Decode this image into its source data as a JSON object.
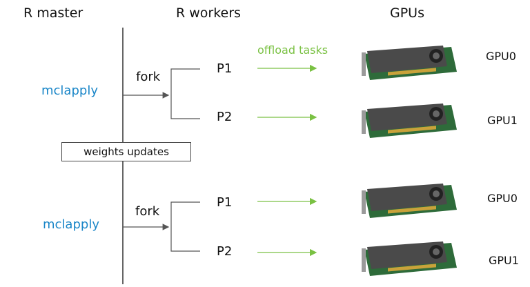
{
  "headers": {
    "master": "R master",
    "workers": "R workers",
    "gpus": "GPUs"
  },
  "top": {
    "call": "mclapply",
    "fork": "fork",
    "p1": "P1",
    "p2": "P2",
    "offload": "offload tasks",
    "gpu_a": "GPU0",
    "gpu_b": "GPU1"
  },
  "middle": {
    "weights": "weights updates"
  },
  "bottom": {
    "call": "mclapply",
    "fork": "fork",
    "p1": "P1",
    "p2": "P2",
    "gpu_a": "GPU0",
    "gpu_b": "GPU1"
  },
  "colors": {
    "call": "#1a86c8",
    "offload": "#7ac143",
    "line": "#555555",
    "card_pcb": "#2e6b3a",
    "card_shroud": "#4a4a4a"
  }
}
